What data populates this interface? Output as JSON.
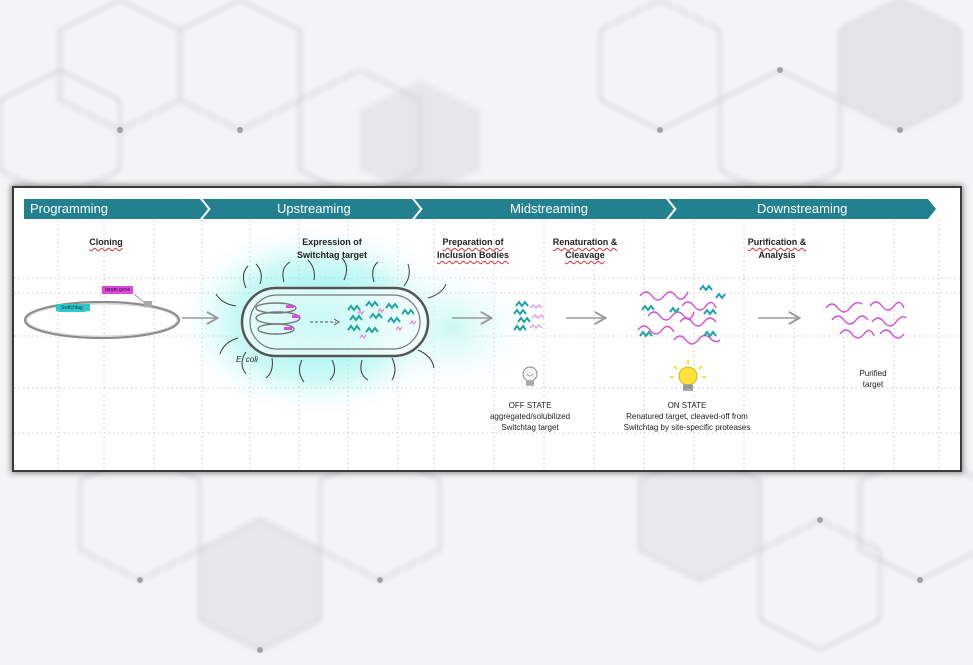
{
  "pipeline": {
    "phases": [
      {
        "label": "Programming"
      },
      {
        "label": "Upstreaming"
      },
      {
        "label": "Midstreaming"
      },
      {
        "label": "Downstreaming"
      }
    ],
    "steps": [
      {
        "line1": "Cloning",
        "line2": ""
      },
      {
        "line1": "Expression of",
        "line2": "Switchtag target"
      },
      {
        "line1": "Preparation of",
        "line2": "Inclusion Bodies"
      },
      {
        "line1": "Renaturation &",
        "line2": "Cleavage"
      },
      {
        "line1": "Purification &",
        "line2": "Analysis"
      }
    ],
    "plasmid": {
      "tag_label": "Switchtag",
      "target_label": "target gene"
    },
    "organism_label": "E. coli",
    "off_state": {
      "line1": "OFF STATE",
      "line2": "aggregated/solubilized",
      "line3": "Switchtag target"
    },
    "on_state": {
      "line1": "ON STATE",
      "line2": "Renatured target, cleaved-off from",
      "line3": "Switchtag by site-specific proteases"
    },
    "purified": {
      "line1": "Purified",
      "line2": "target"
    },
    "colors": {
      "chevron": "#23808f",
      "switchtag": "#2fc9c9",
      "target": "#e047e0",
      "glow": "#7ff0ea",
      "bulb_on": "#ffe23a",
      "arrow": "#9a9a9a"
    }
  }
}
